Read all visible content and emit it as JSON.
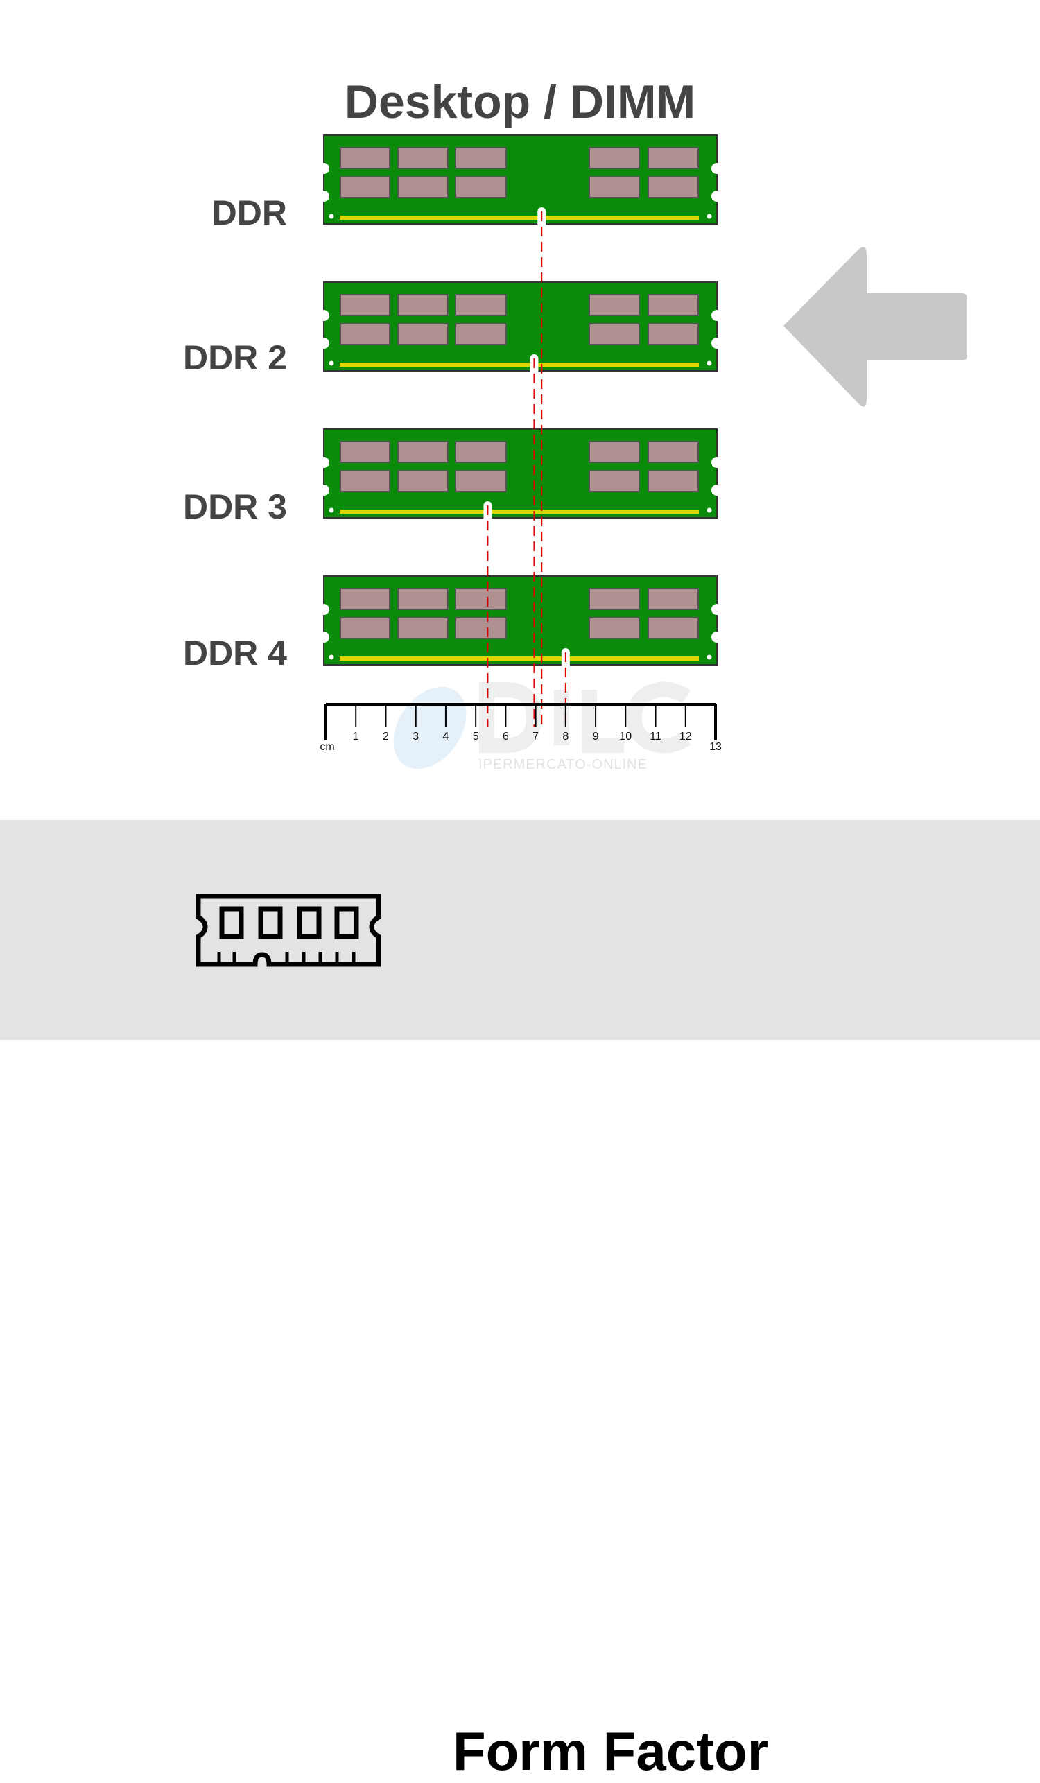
{
  "title": "Desktop / DIMM",
  "modules": [
    {
      "label": "DDR",
      "notch_cm": 7.2
    },
    {
      "label": "DDR 2",
      "notch_cm": 6.95
    },
    {
      "label": "DDR 3",
      "notch_cm": 5.4
    },
    {
      "label": "DDR 4",
      "notch_cm": 8.0
    }
  ],
  "ruler": {
    "unit": "cm",
    "ticks": [
      "1",
      "2",
      "3",
      "4",
      "5",
      "6",
      "7",
      "8",
      "9",
      "10",
      "11",
      "12",
      "13"
    ]
  },
  "watermark": {
    "logo": "DILC",
    "subtitle": "IPERMERCATO-ONLINE"
  },
  "footer": {
    "label": "Form Factor",
    "icon": "ram-module-icon"
  },
  "colors": {
    "pcb": "#0a8c0a",
    "chip": "#b09090",
    "pins": "#d8d800",
    "guide": "#e00000",
    "arrow": "#c8c8c8",
    "band": "#e3e3e3"
  }
}
